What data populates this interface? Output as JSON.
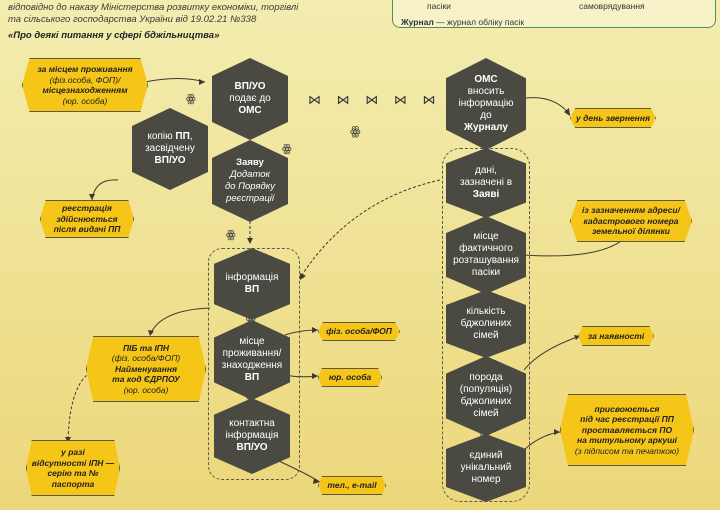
{
  "header": {
    "line1": "відповідно до наказу Міністерства розвитку економіки, торгівлі",
    "line2": "та сільського господарства України від 19.02.21 №338",
    "title": "«Про деякі питання у сфері бджільництва»"
  },
  "top_box": {
    "word1": "пасіки",
    "word2": "самоврядування",
    "journal_term": "Журнал",
    "journal_def": " — журнал обліку пасік"
  },
  "left": {
    "vpuo_a": "ВП/УО",
    "vpuo_b": "подає до",
    "vpuo_c": "ОМС",
    "copy_a": "копію ",
    "copy_b": "ПП",
    "copy_c": ",",
    "copy_d": "засвідчену",
    "copy_e": "ВП/УО",
    "zayava_a": "Заяву",
    "zayava_b": "Додаток",
    "zayava_c": "до Порядку",
    "zayava_d": "реєстрації",
    "info_a": "інформація",
    "info_b": "ВП",
    "place_a": "місце",
    "place_b": "проживання/",
    "place_c": "знаходження",
    "place_d": "ВП",
    "contact_a": "контактна",
    "contact_b": "інформація",
    "contact_c": "ВП/УО"
  },
  "right": {
    "oms_a": "ОМС",
    "oms_b": "вносить",
    "oms_c": "інформацію",
    "oms_d": "до",
    "oms_e": "Журналу",
    "data_a": "дані,",
    "data_b": "зазначені в",
    "data_c": "Заяві",
    "loc_a": "місце",
    "loc_b": "фактичного",
    "loc_c": "розташування",
    "loc_d": "пасіки",
    "count_a": "кількість",
    "count_b": "бджолиних",
    "count_c": "сімей",
    "breed_a": "порода",
    "breed_b": "(популяція)",
    "breed_c": "бджолиних",
    "breed_d": "сімей",
    "uniq_a": "єдиний",
    "uniq_b": "унікальний",
    "uniq_c": "номер"
  },
  "tags": {
    "residence_a": "за місцем проживання",
    "residence_b": "(фіз.особа, ФОП)/",
    "residence_c": "місцезнаходженням",
    "residence_d": "(юр. особа)",
    "reg_a": "реєстрація",
    "reg_b": "здійснюється",
    "reg_c": "після видачі ПП",
    "pib_a": "ПІБ та ІПН",
    "pib_b": "(фіз. особа/ФОП)",
    "pib_c": "Найменування",
    "pib_d": "та код ЄДРПОУ",
    "pib_e": "(юр. особа)",
    "noipn_a": "у разі",
    "noipn_b": "відсутності ІПН —",
    "noipn_c": "серію та №",
    "noipn_d": "паспорта",
    "fiz": "фіз. особа/ФОП",
    "yur": "юр. особа",
    "tel": "тел., e-mail",
    "day": "у день звернення",
    "addr_a": "із зазначенням адреси/",
    "addr_b": "кадастрового номера",
    "addr_c": "земельної ділянки",
    "avail": "за наявності",
    "assign_a": "присвоюється",
    "assign_b": "під час реєстрації ПП",
    "assign_c": "проставляється ПО",
    "assign_d": "на титульному аркуші",
    "assign_e": "(з підписом та печаткою)"
  },
  "colors": {
    "hex": "#4a4a42",
    "tag": "#f5c518",
    "accent": "#4e8f5f"
  }
}
